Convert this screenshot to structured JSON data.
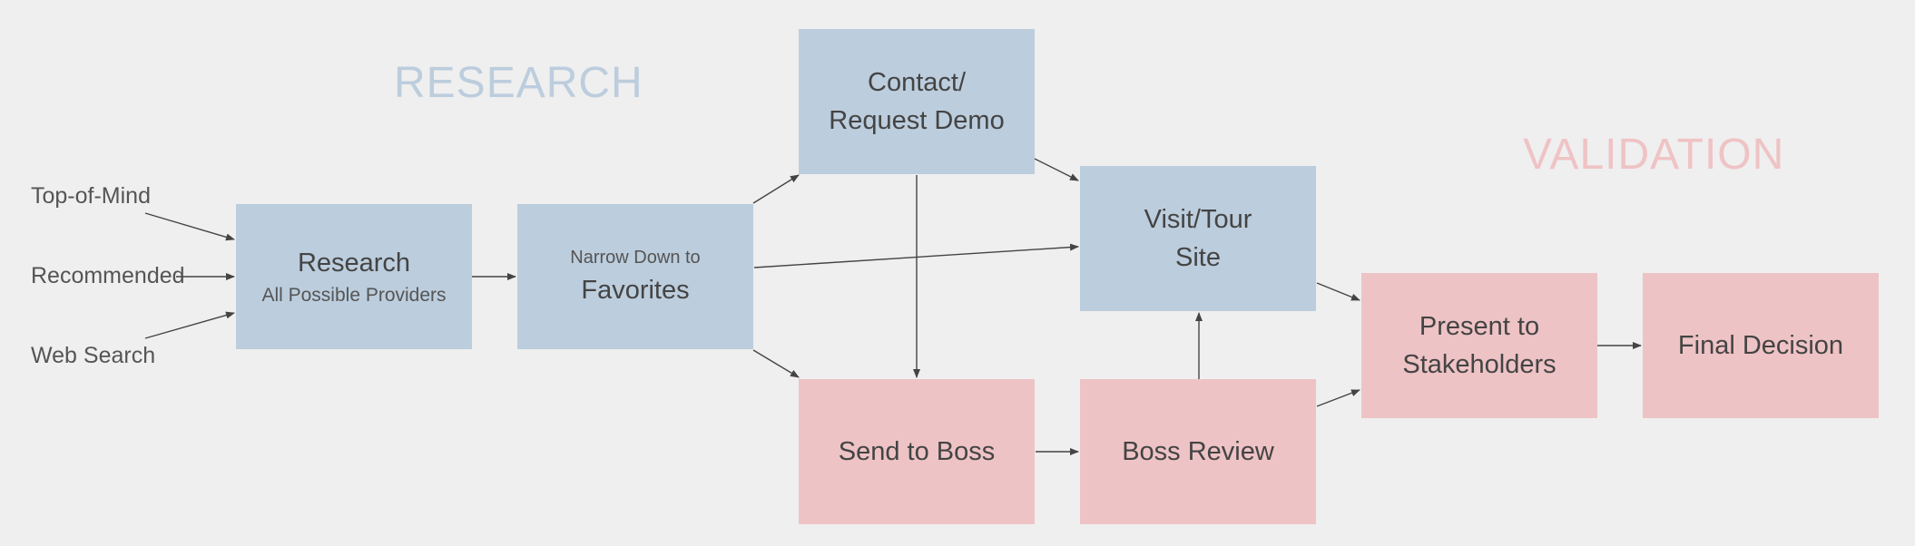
{
  "sections": {
    "research": "RESEARCH",
    "validation": "VALIDATION"
  },
  "sources": {
    "top_of_mind": "Top-of-Mind",
    "recommended": "Recommended",
    "web_search": "Web Search"
  },
  "nodes": {
    "research": {
      "title": "Research",
      "subtitle": "All Possible Providers"
    },
    "favorites": {
      "prefix": "Narrow Down to",
      "title": "Favorites"
    },
    "contact": {
      "line1": "Contact/",
      "line2": "Request Demo"
    },
    "visit": {
      "line1": "Visit/Tour",
      "line2": "Site"
    },
    "send_to_boss": {
      "title": "Send to Boss"
    },
    "boss_review": {
      "title": "Boss Review"
    },
    "present": {
      "line1": "Present to",
      "line2": "Stakeholders"
    },
    "final": {
      "title": "Final Decision"
    }
  },
  "colors": {
    "research_fill": "#bccddd",
    "validation_fill": "#eec3c5",
    "background": "#efefef",
    "arrow": "#444444"
  }
}
